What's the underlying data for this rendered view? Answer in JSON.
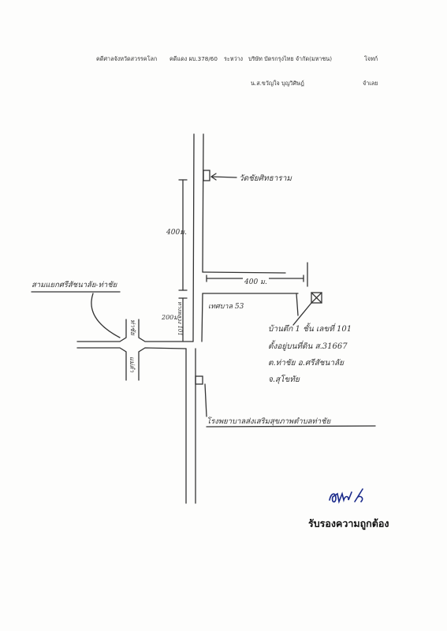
{
  "header": {
    "court": "คดีศาลจังหวัดสวรรคโลก",
    "case_no": "คดีแดง ผบ.378/60",
    "between": "ระหว่าง",
    "plaintiff": "บริษัท บัตรกรุงไทย จำกัด(มหาชน)",
    "plaintiff_role": "โจทก์",
    "defendant": "น.ส.ขวัญใจ บุญวิศิษฎ์",
    "defendant_role": "จำเลย"
  },
  "map_labels": {
    "temple": "วัดชัยศิทธาราม",
    "dist_vertical_top": "400ม.",
    "dist_horizontal": "400 ม.",
    "junction": "สามแยกศรีสัชนาลัย-ท่าชัย",
    "dist_vertical_bottom": "200ม.",
    "road_segment_a": "ทางหลวง 101",
    "branch_road": "เทศบาล 53",
    "road_north": "ท่าชัย",
    "road_south": "แม่ลำ",
    "house_line1": "บ้านตึก 1 ชั้น เลขที่ 101",
    "house_line2": "ตั้งอยู่บนที่ดิน ส.31667",
    "house_line3": "ต.ท่าชัย อ.ศรีสัชนาลัย",
    "house_line4": "จ.สุโขทัย",
    "hospital": "โรงพยาบาลส่งเสริมสุขภาพตำบลท่าชัย"
  },
  "signature": "ธนพล",
  "certification": "รับรองความถูกต้อง"
}
